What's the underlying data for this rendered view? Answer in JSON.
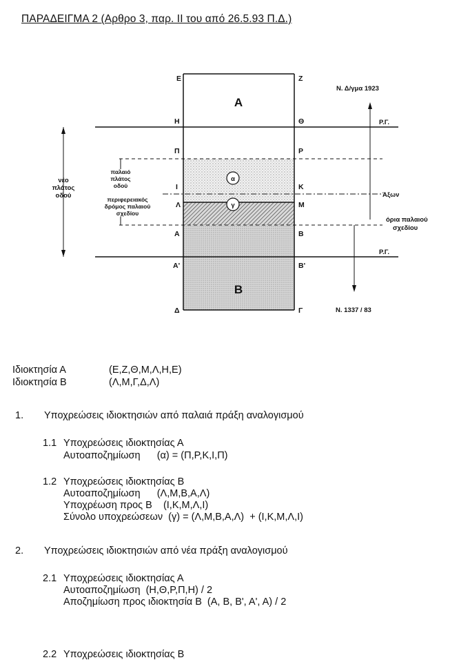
{
  "title": "ΠΑΡΑΔΕΙΓΜΑ 2 (Αρθρο 3, παρ. ΙΙ του από 26.5.93 Π.Δ.)",
  "diagram": {
    "points": {
      "E": "Ε",
      "Z": "Ζ",
      "H": "Η",
      "TH": "Θ",
      "P": "Π",
      "R": "Ρ",
      "I": "Ι",
      "K": "Κ",
      "L": "Λ",
      "M": "Μ",
      "A": "Α",
      "B": "Β",
      "A1": "Α'",
      "B1": "Β'",
      "D": "Δ",
      "G": "Γ"
    },
    "plot_a": "Α",
    "plot_b": "Β",
    "circle_a": "α",
    "circle_g": "γ",
    "rg_upper": "Ρ.Γ.",
    "rg_lower": "Ρ.Γ.",
    "decree_1923": "Ν. Δ/γμα  1923",
    "law_1337": "Ν.  1337 / 83",
    "axis": "Άξων",
    "old_limits": [
      "όρια  παλαιού",
      "σχεδίου"
    ],
    "new_width": [
      "νέο",
      "πλάτος",
      "οδού"
    ],
    "old_width": [
      "παλαιό",
      "πλάτος",
      "οδού"
    ],
    "peripheral": [
      "περιφερειακός",
      "δρόμος  παλαιού",
      "σχεδίου"
    ]
  },
  "ownership": [
    {
      "label": "Ιδιοκτησία  Α",
      "value": "(Ε,Ζ,Θ,Μ,Λ,Η,Ε)"
    },
    {
      "label": "Ιδιοκτησία  Β",
      "value": "(Λ,Μ,Γ,Δ,Λ)"
    }
  ],
  "sections": [
    {
      "num": "1.",
      "heading": "Υποχρεώσεις ιδιοκτησιών από παλαιά πράξη αναλογισμού",
      "sub": [
        {
          "num": "1.1",
          "lines": [
            "Υποχρεώσεις ιδιοκτησίας Α",
            "Αυτοαποζημίωση      (α) = (Π,Ρ,Κ,Ι,Π)"
          ]
        },
        {
          "num": "1.2",
          "lines": [
            "Υποχρεώσεις ιδιοκτησίας Β",
            "Αυτοαποζημίωση      (Λ,Μ,Β,Α,Λ)",
            "Υποχρέωση προς Β    (Ι,Κ,Μ,Λ,Ι)",
            "Σύνολο υποχρεώσεων  (γ) = (Λ,Μ,Β,Α,Λ)  + (Ι,Κ,Μ,Λ,Ι)"
          ]
        }
      ]
    },
    {
      "num": "2.",
      "heading": "Υποχρεώσεις ιδιοκτησιών από νέα πράξη αναλογισμού",
      "sub": [
        {
          "num": "2.1",
          "lines": [
            "Υποχρεώσεις ιδιοκτησίας Α",
            "Αυτοαποζημίωση  (Η,Θ,Ρ,Π,Η) / 2",
            "Αποζημίωση προς ιδιοκτησία Β  (Α, Β, Β', Α', Α) / 2"
          ]
        },
        {
          "num": "2.2",
          "lines": [
            "Υποχρεώσεις ιδιοκτησίας Β"
          ]
        }
      ]
    }
  ]
}
